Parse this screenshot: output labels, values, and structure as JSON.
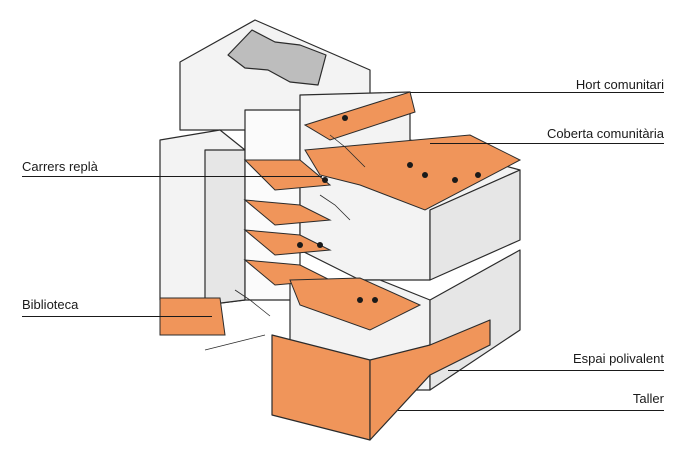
{
  "colors": {
    "orange": "#f0955a",
    "wall": "#f3f3f3",
    "wall_shade": "#e6e6e6",
    "line": "#2b2b2b"
  },
  "labels": {
    "hort": "Hort comunitari",
    "coberta": "Coberta comunitària",
    "carrers": "Carrers replà",
    "biblioteca": "Biblioteca",
    "espai": "Espai polivalent",
    "taller": "Taller"
  }
}
